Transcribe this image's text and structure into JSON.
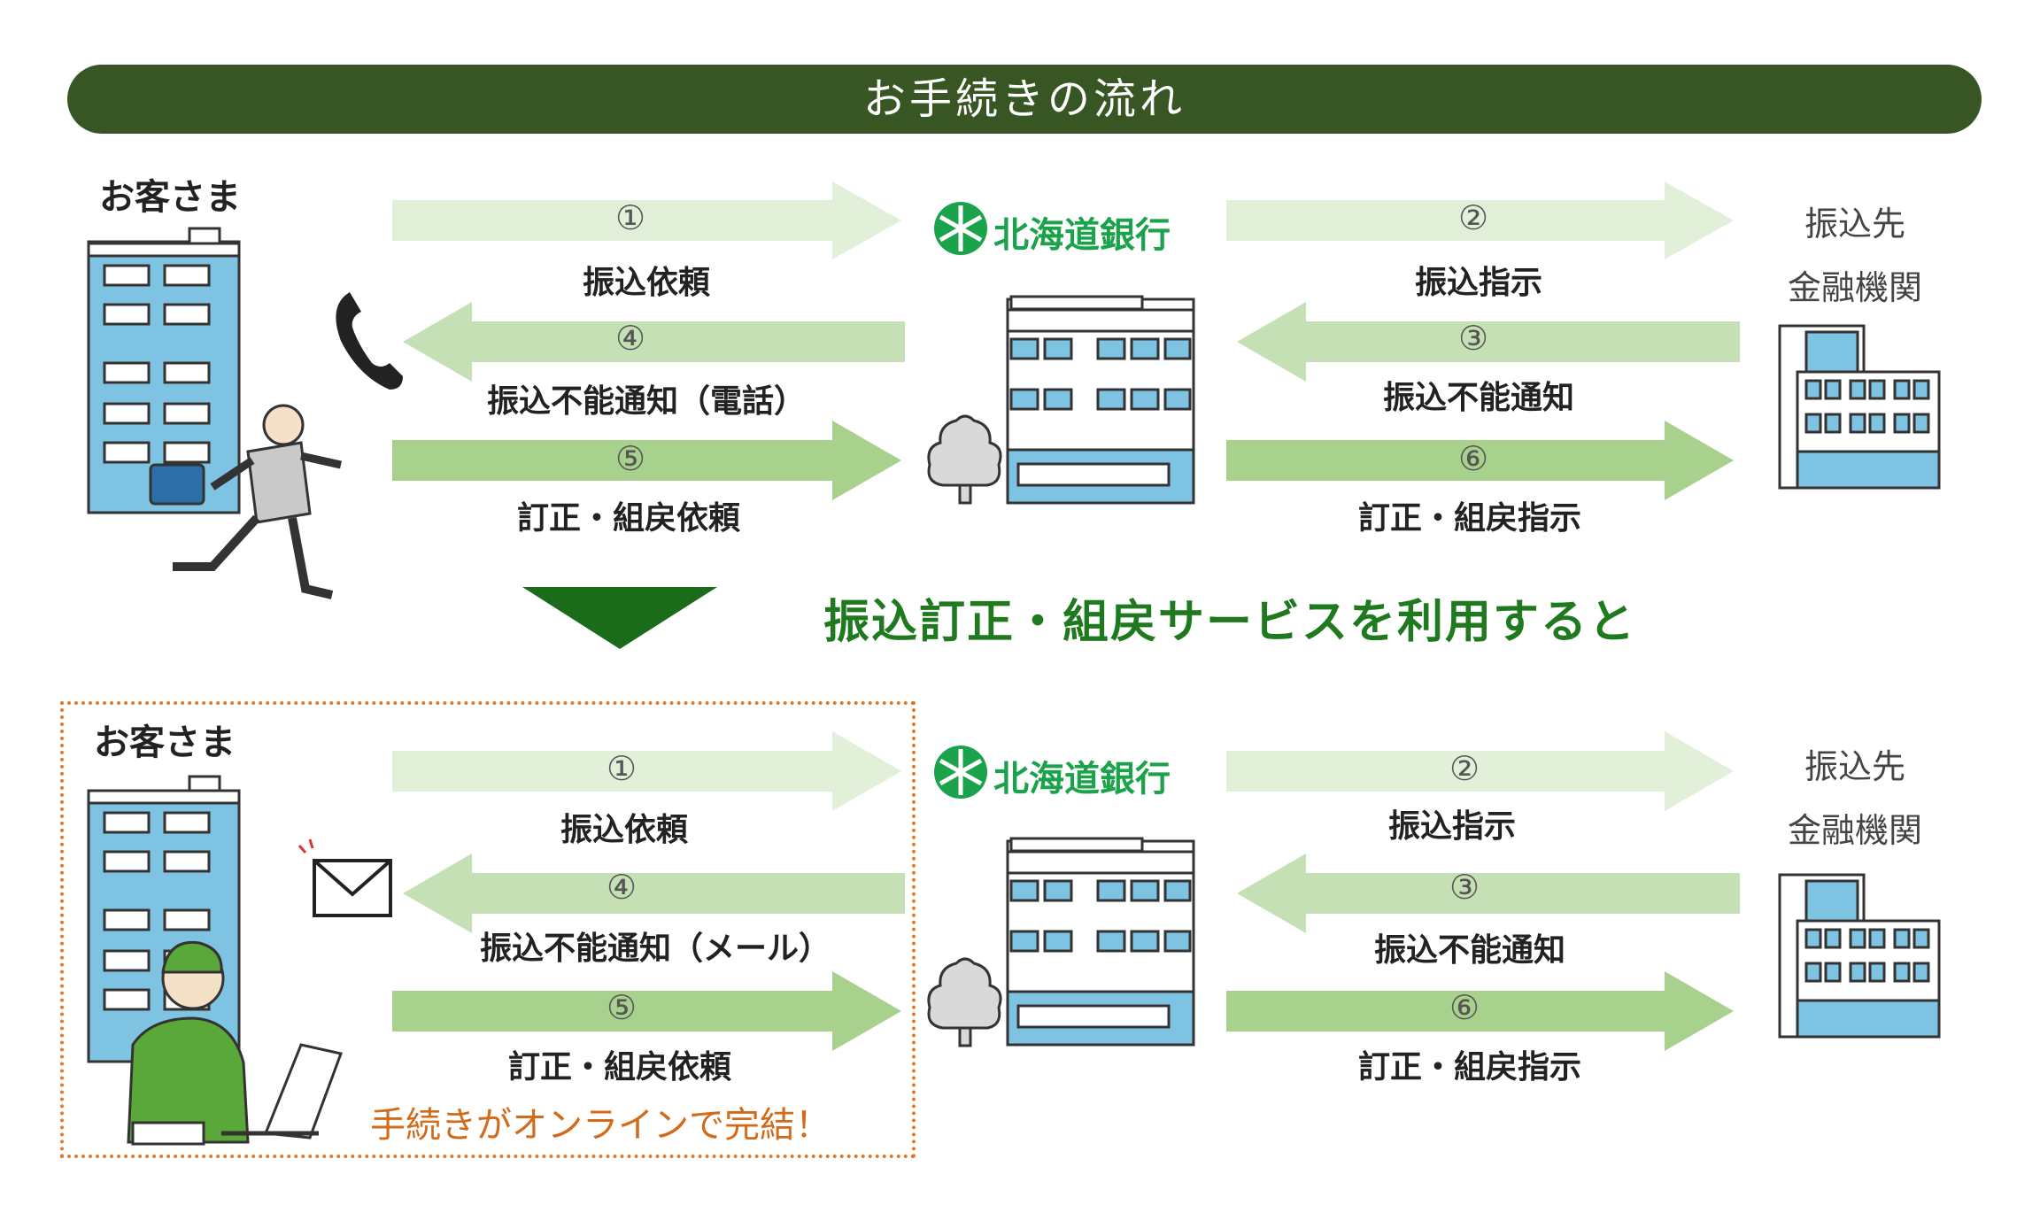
{
  "header": {
    "title": "お手続きの流れ"
  },
  "colors": {
    "header_bg": "#375623",
    "arrow_light": "#e2f0d9",
    "arrow_mid": "#c5e0b4",
    "arrow_dark": "#a9d18e",
    "accent_green": "#1f7a1f",
    "orange": "#d36a1a"
  },
  "customer_label": "お客さま",
  "bank_name": "北海道銀行",
  "destination": {
    "line1": "振込先",
    "line2": "金融機関"
  },
  "before": {
    "steps": [
      {
        "num": "①",
        "label": "振込依頼"
      },
      {
        "num": "②",
        "label": "振込指示"
      },
      {
        "num": "③",
        "label": "振込不能通知"
      },
      {
        "num": "④",
        "label": "振込不能通知（電話）"
      },
      {
        "num": "⑤",
        "label": "訂正・組戻依頼"
      },
      {
        "num": "⑥",
        "label": "訂正・組戻指示"
      }
    ]
  },
  "service_text": "振込訂正・組戻サービスを利用すると",
  "after": {
    "steps": [
      {
        "num": "①",
        "label": "振込依頼"
      },
      {
        "num": "②",
        "label": "振込指示"
      },
      {
        "num": "③",
        "label": "振込不能通知"
      },
      {
        "num": "④",
        "label": "振込不能通知（メール）"
      },
      {
        "num": "⑤",
        "label": "訂正・組戻依頼"
      },
      {
        "num": "⑥",
        "label": "訂正・組戻指示"
      }
    ],
    "online_note": "手続きがオンラインで完結！"
  },
  "icons": [
    "phone-icon",
    "mail-icon",
    "bank-logo-icon",
    "tree-icon",
    "building-icon",
    "running-man-icon",
    "laptop-user-icon"
  ]
}
